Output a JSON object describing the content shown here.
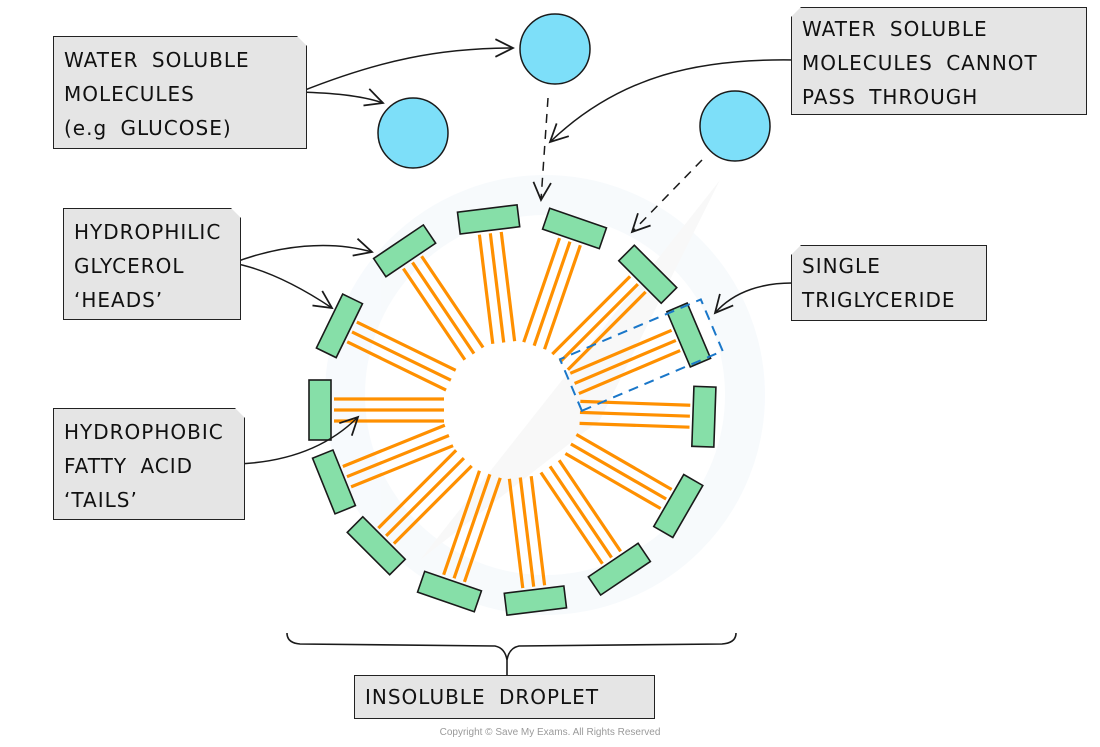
{
  "title": "Triglyceride insoluble droplet",
  "colors": {
    "glucose_fill": "#7ddff9",
    "head_fill": "#86dfa8",
    "tail_color": "#ff9000",
    "selection_dash": "#1a77c9",
    "label_bg": "#e5e5e5",
    "outline": "#1a1a1a"
  },
  "labels": {
    "water_soluble": [
      "WATER  SOLUBLE",
      "MOLECULES",
      "(e.g  GLUCOSE)"
    ],
    "cannot_pass": [
      "WATER  SOLUBLE",
      "MOLECULES  CANNOT",
      "PASS  THROUGH"
    ],
    "hydrophilic": [
      "HYDROPHILIC",
      "GLYCEROL",
      "‘HEADS’"
    ],
    "hydrophobic": [
      "HYDROPHOBIC",
      "FATTY  ACID",
      "‘TAILS’"
    ],
    "single": [
      "SINGLE",
      "TRIGLYCERIDE"
    ],
    "droplet": "INSOLUBLE  DROPLET"
  },
  "molecules": [
    {
      "name": "glucose-molecule-top"
    },
    {
      "name": "glucose-molecule-left"
    },
    {
      "name": "glucose-molecule-right"
    }
  ],
  "triglycerides": {
    "count": 14,
    "angles_deg": [
      2,
      30,
      56,
      83,
      109,
      135,
      158,
      180,
      206,
      236,
      263,
      289,
      315,
      337
    ],
    "highlighted_index": 13,
    "fatty_acid_tails_per_molecule": 3
  },
  "copyright": "Copyright © Save My Exams. All Rights Reserved"
}
